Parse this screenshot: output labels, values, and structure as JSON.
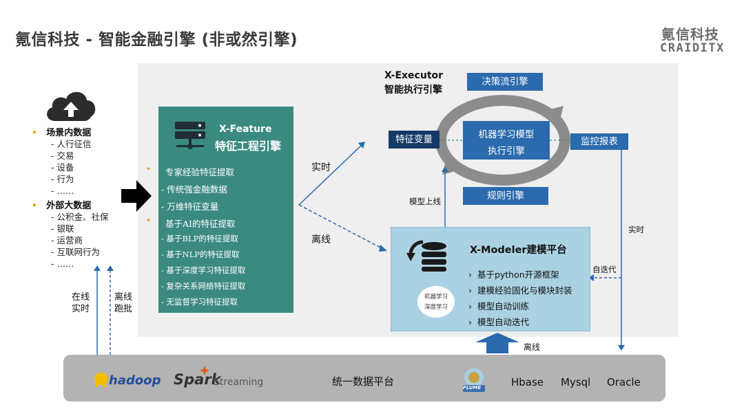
{
  "header": {
    "title": "氪信科技 - 智能金融引擎 (非或然引擎)",
    "brand_cn": "氪信科技",
    "brand_en": "CRAIDITX"
  },
  "sources": {
    "group1": {
      "heading": "场景内数据",
      "items": [
        "- 人行征信",
        "- 交易",
        "- 设备",
        "- 行为",
        "- ……"
      ]
    },
    "group2": {
      "heading": "外部大数据",
      "items": [
        "- 公积金、社保",
        "- 银联",
        "- 运营商",
        "- 互联网行为",
        "- ……"
      ]
    },
    "online_label": "在线\n实时",
    "offline_label": "离线\n跑批"
  },
  "feature": {
    "title_en": "X-Feature",
    "title_cn": "特征工程引擎",
    "items": [
      "专家经验特征提取",
      "- 传统强金融数据",
      "- 万维特征变量",
      "基于AI的特征提取",
      "- 基于BLP的特征提取",
      "- 基于NLP的特征提取",
      "- 基于深度学习特征提取",
      "- 复杂关系网络特征提取",
      "- 无监督学习特征提取"
    ]
  },
  "flows": {
    "realtime": "实时",
    "offline": "离线",
    "model_online": "模型上线",
    "self_iter": "自迭代",
    "realtime_right": "实时",
    "offline_bottom": "离线"
  },
  "executor": {
    "title_en": "X-Executor",
    "title_cn": "智能执行引擎",
    "decision": "决策流引擎",
    "rule": "规则引擎",
    "feature_var": "特征变量",
    "monitor": "监控报表",
    "core_line1": "机器学习模型",
    "core_line2": "执行引擎"
  },
  "modeler": {
    "title": "X-Modeler建模平台",
    "badge_line1": "机器学习",
    "badge_line2": "深度学习",
    "items": [
      "基于python开源框架",
      "建模经验固化与模块封装",
      "模型自动训练",
      "模型自动迭代"
    ]
  },
  "platform": {
    "label": "统一数据平台",
    "hadoop": "hadoop",
    "spark": "Spark",
    "streaming": "Streaming",
    "flume": "FLUME",
    "hbase": "Hbase",
    "mysql": "Mysql",
    "oracle": "Oracle"
  },
  "colors": {
    "teal": "#3a8a80",
    "blue": "#2a6aad",
    "navy": "#153a67",
    "light_blue": "#abd2e3",
    "bullet": "#f0a400"
  }
}
